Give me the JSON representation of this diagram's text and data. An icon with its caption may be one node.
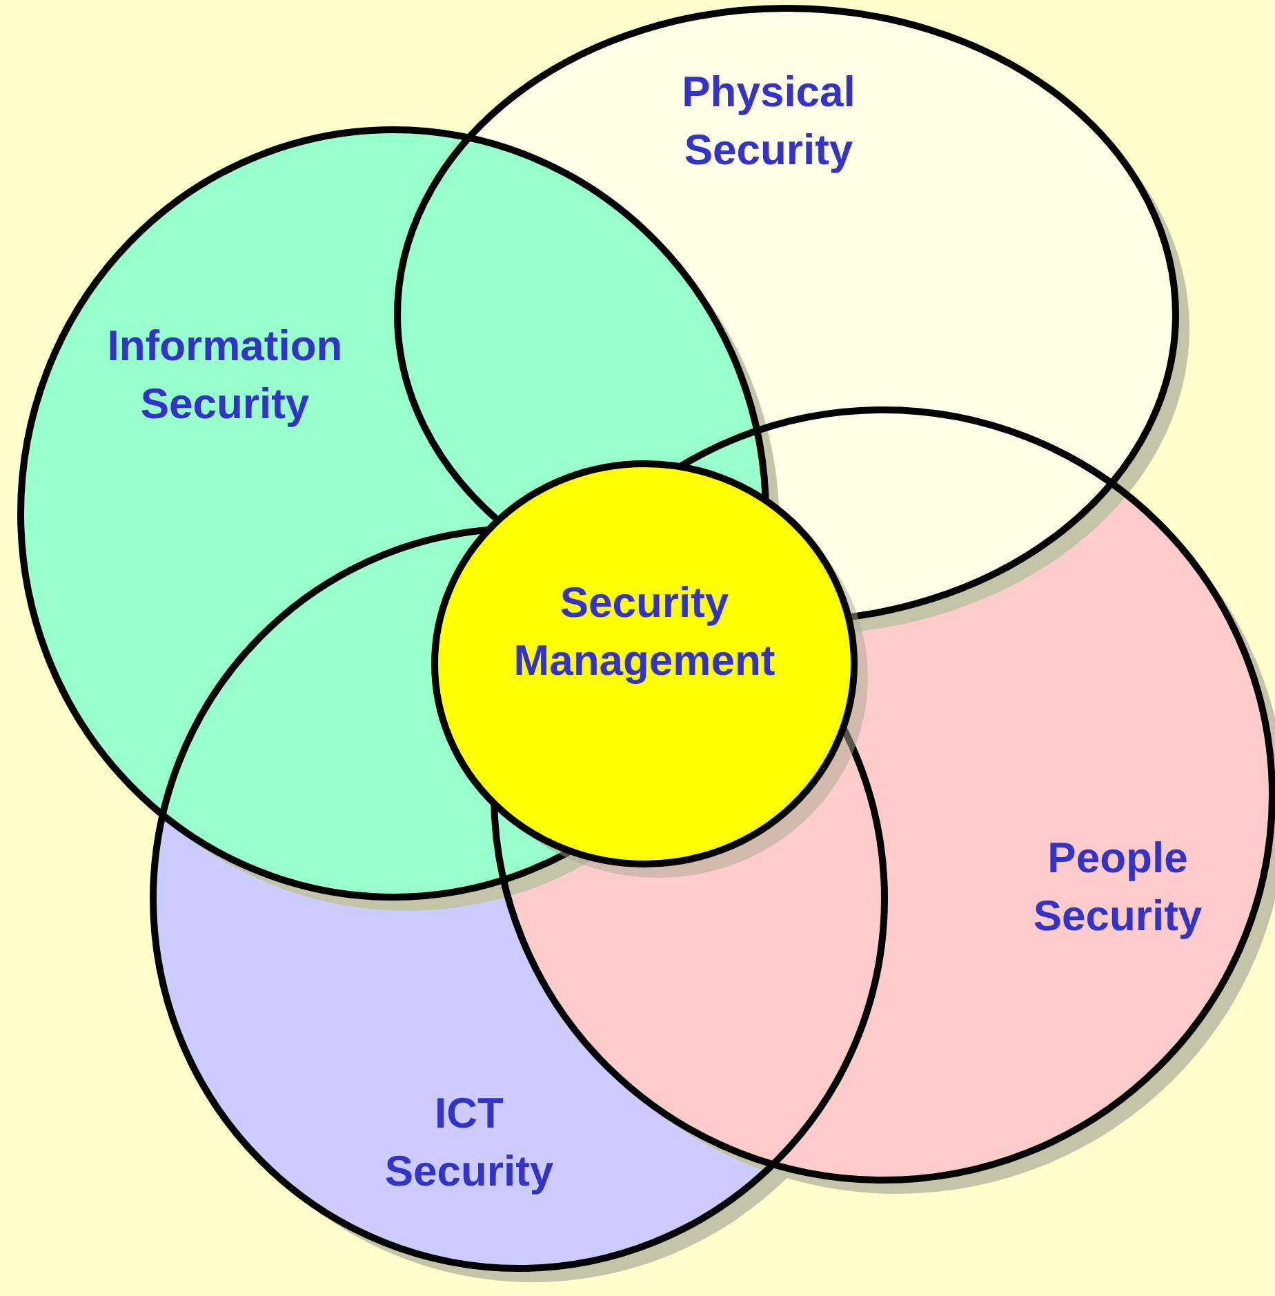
{
  "diagram": {
    "nodes": [
      {
        "text": [
          "Physical Security"
        ]
      },
      {
        "text": [
          "Information Security"
        ]
      },
      {
        "text": [
          "Security Management"
        ]
      },
      {
        "text": [
          "People Security"
        ]
      },
      {
        "text": [
          "ICT Security"
        ]
      }
    ]
  }
}
